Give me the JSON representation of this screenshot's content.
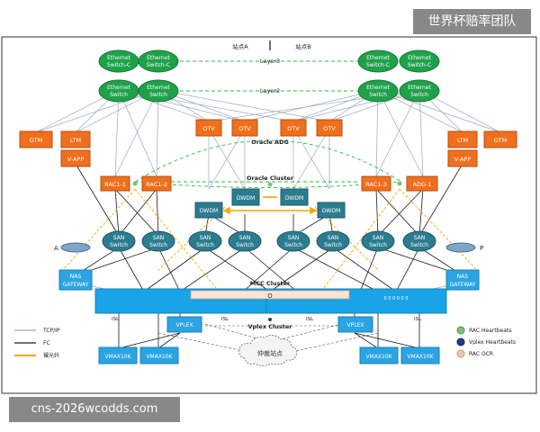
{
  "sites": {
    "a": "站点A",
    "b": "站点B"
  },
  "layers": {
    "l3": "Layer3",
    "l2": "Layer2"
  },
  "clusters": {
    "oracle_adg": "Oracle ADG",
    "oracle_cluster": "Oracle Cluster",
    "mcc": "MCC Cluster",
    "vplex": "Vplex Cluster"
  },
  "nodes": {
    "eth_c": [
      "Ethernet",
      "Switch-C"
    ],
    "eth": [
      "Ethernet",
      "Switch"
    ],
    "gtm": "GTM",
    "ltm": "LTM",
    "vapp": "V-APP",
    "otv": "OTV",
    "rac_1_1": "RAC1-1",
    "rac_1_2": "RAC1-2",
    "rac_1_3": "RAC1-3",
    "adg_1": "ADG-1",
    "dwdm": "DWDM",
    "san": [
      "SAN",
      "Switch"
    ],
    "nas": [
      "NAS",
      "GATEWAY"
    ],
    "vplex": "VPLEX",
    "vmax": "VMAX10K",
    "witness": "仲裁站点",
    "isl": "ISL",
    "array_text": "0 0 0 0 0 0",
    "mcc_marker": "O",
    "storage_a": "A",
    "storage_p": "P"
  },
  "legend": {
    "lines": [
      {
        "label": "TCP/IP",
        "color": "#9aa7bd"
      },
      {
        "label": "FC",
        "color": "#1a1a1a"
      },
      {
        "label": "裸光纤",
        "color": "#f2a900"
      }
    ],
    "dots": [
      {
        "label": "RAC Heartbeats",
        "color": "#7ac27a"
      },
      {
        "label": "Vplex Heartbeats",
        "color": "#1f3d8a"
      },
      {
        "label": "RAC OCR",
        "color": "#f2c7a4"
      }
    ]
  },
  "watermarks": {
    "top": "世界杯赔率团队",
    "bottom": "cns-2026wcodds.com"
  },
  "colors": {
    "green": "#1fa14a",
    "orange": "#ef6f1d",
    "teal": "#2c7c90",
    "blue": "#2ba4e3",
    "frame": "#555555"
  }
}
